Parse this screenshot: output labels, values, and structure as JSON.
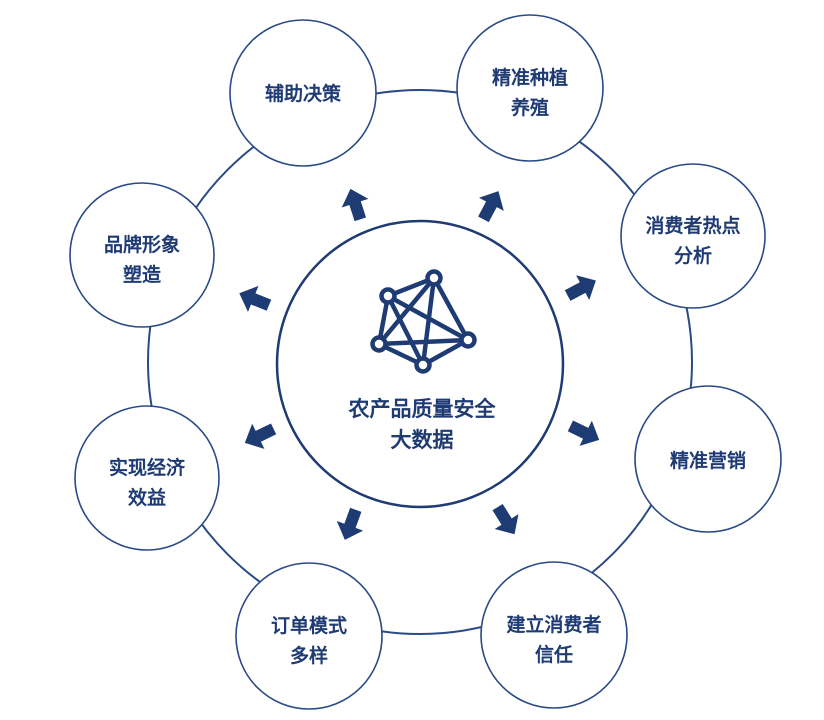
{
  "colors": {
    "primary": "#1f3b73",
    "ring": "#2a4a86",
    "background": "#ffffff"
  },
  "hub": {
    "icon": "network-graph-icon",
    "label_lines": [
      "农产品质量安全",
      "大数据"
    ]
  },
  "nodes": [
    {
      "id": "decision",
      "lines": [
        "辅助决策"
      ]
    },
    {
      "id": "planting",
      "lines": [
        "精准种植",
        "养殖"
      ]
    },
    {
      "id": "hotspot",
      "lines": [
        "消费者热点",
        "分析"
      ]
    },
    {
      "id": "marketing",
      "lines": [
        "精准营销"
      ]
    },
    {
      "id": "trust",
      "lines": [
        "建立消费者",
        "信任"
      ]
    },
    {
      "id": "orders",
      "lines": [
        "订单模式",
        "多样"
      ]
    },
    {
      "id": "economy",
      "lines": [
        "实现经济",
        "效益"
      ]
    },
    {
      "id": "brand",
      "lines": [
        "品牌形象",
        "塑造"
      ]
    }
  ]
}
